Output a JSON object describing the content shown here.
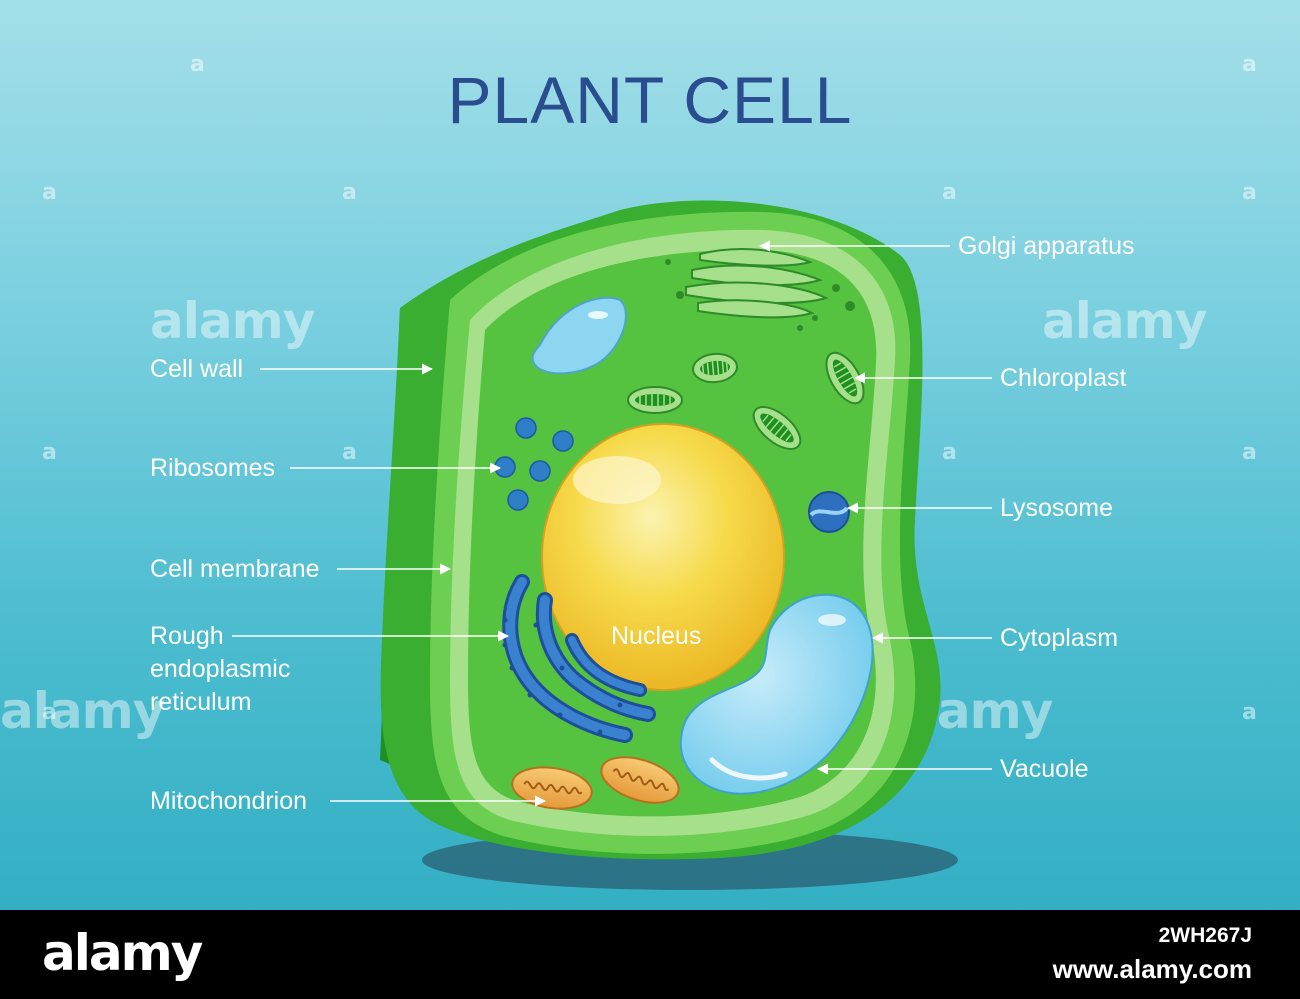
{
  "title": "PLANT CELL",
  "labels": {
    "golgi": "Golgi apparatus",
    "cell_wall": "Cell wall",
    "chloroplast": "Chloroplast",
    "ribosomes": "Ribosomes",
    "lysosome": "Lysosome",
    "cell_membrane": "Cell membrane",
    "cytoplasm": "Cytoplasm",
    "rer_line1": "Rough",
    "rer_line2": "endoplasmic",
    "rer_line3": "reticulum",
    "nucleus": "Nucleus",
    "vacuole": "Vacuole",
    "mitochondrion": "Mitochondrion"
  },
  "watermark": {
    "text": "alamy",
    "glyph": "a"
  },
  "footer": {
    "logo": "alamy",
    "image_id": "2WH267J",
    "site": "www.alamy.com"
  },
  "colors": {
    "cell_wall": "#2ea62c",
    "cytoplasm": "#55c240",
    "membrane": "#a6e08a",
    "nucleus": "#f5d33f",
    "vacuole": "#8dd6f2",
    "title": "#2a4d8f"
  }
}
